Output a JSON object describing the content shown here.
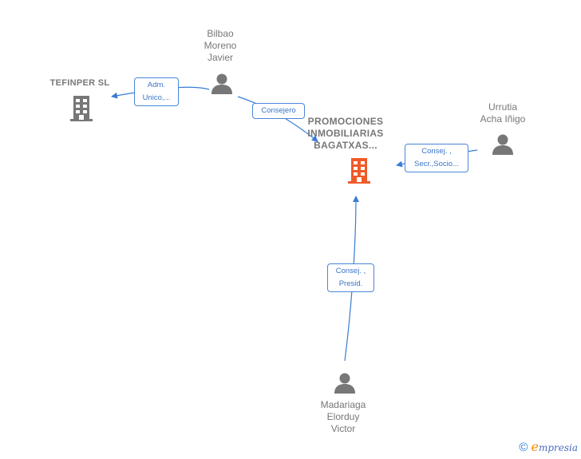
{
  "nodes": {
    "main_company": {
      "label": "PROMOCIONES\nINMOBILIARIAS\nBAGATXAS...",
      "type": "company",
      "color": "#f05a28"
    },
    "tefinper": {
      "label": "TEFINPER SL",
      "type": "company",
      "color": "#777777"
    },
    "bilbao": {
      "label": "Bilbao\nMoreno\nJavier",
      "type": "person",
      "color": "#777777"
    },
    "urrutia": {
      "label": "Urrutia\nAcha Iñigo",
      "type": "person",
      "color": "#777777"
    },
    "madariaga": {
      "label": "Madariaga\nElorduy\nVictor",
      "type": "person",
      "color": "#777777"
    }
  },
  "edges": [
    {
      "from": "bilbao",
      "to": "tefinper",
      "label": "Adm.\nUnico,..."
    },
    {
      "from": "bilbao",
      "to": "main_company",
      "label": "Consejero"
    },
    {
      "from": "urrutia",
      "to": "main_company",
      "label": "Consej. ,\nSecr.,Socio..."
    },
    {
      "from": "madariaga",
      "to": "main_company",
      "label": "Consej. ,\nPresid."
    }
  ],
  "colors": {
    "edge": "#3a7bd5",
    "accent": "#f05a28"
  },
  "footer": {
    "copyright": "©",
    "brand_initial": "e",
    "brand_rest": "mpresia"
  }
}
